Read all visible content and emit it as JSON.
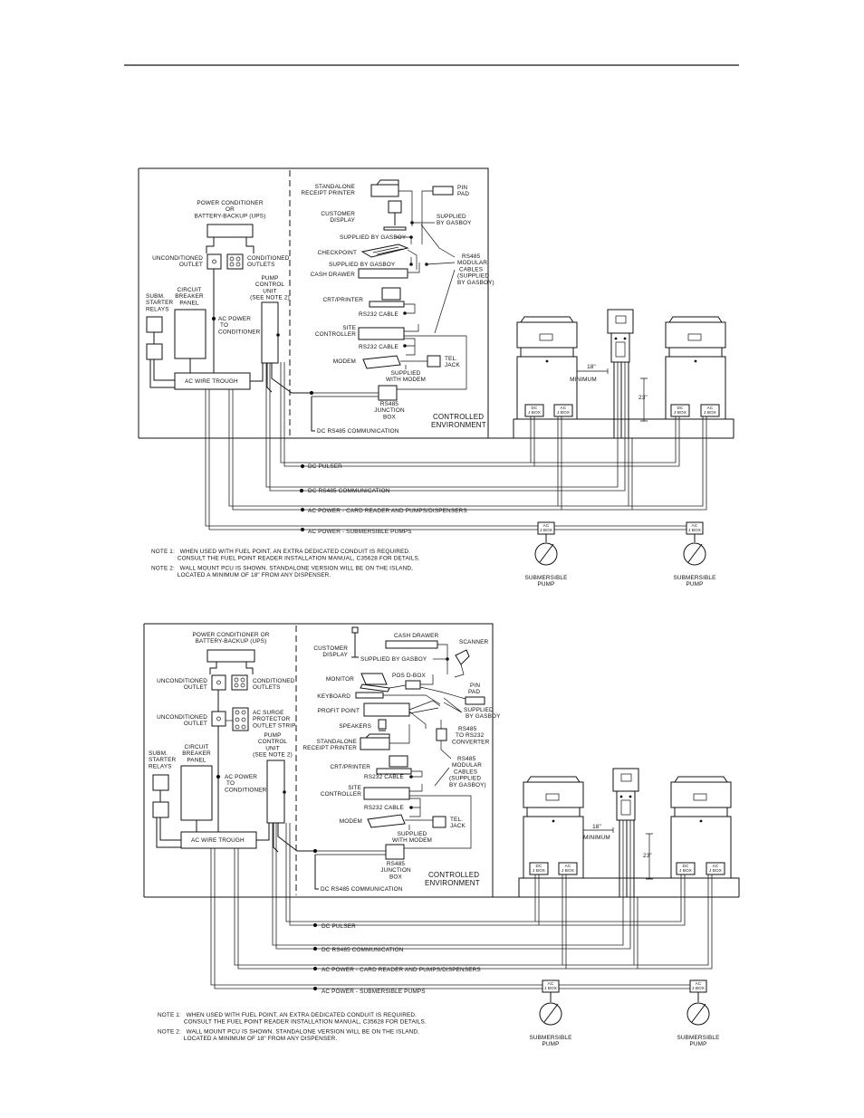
{
  "diagrams": [
    {
      "devices": {
        "ups": [
          "POWER CONDITIONER",
          "OR",
          "BATTERY-BACKUP (UPS)"
        ],
        "unconditioned": [
          "UNCONDITIONED",
          "OUTLET"
        ],
        "conditioned": [
          "CONDITIONED",
          "OUTLETS"
        ],
        "relays": [
          "SUBM.",
          "STARTER",
          "RELAYS"
        ],
        "breaker": [
          "CIRCUIT",
          "BREAKER",
          "PANEL"
        ],
        "ac_power": [
          "AC POWER",
          "TO",
          "CONDITIONER"
        ],
        "pcu": [
          "PUMP",
          "CONTROL",
          "UNIT",
          "(SEE NOTE 2)"
        ],
        "trough": "AC WIRE TROUGH",
        "printer": [
          "STANDALONE",
          "RECEIPT PRINTER"
        ],
        "pinpad": [
          "PIN",
          "PAD"
        ],
        "customer_display": [
          "CUSTOMER",
          "DISPLAY"
        ],
        "supplied_gasboy": [
          "SUPPLIED",
          "BY GASBOY"
        ],
        "supplied_gasboy_a": "SUPPLIED BY GASBOY",
        "checkpoint": "CHECKPOINT",
        "supplied_gasboy_b": "SUPPLIED BY GASBOY",
        "cash_drawer": "CASH DRAWER",
        "rs485_modular": [
          "RS485",
          "MODULAR",
          "CABLES",
          "(SUPPLIED",
          "BY GASBOY)"
        ],
        "crt": "CRT/PRINTER",
        "rs232_a": "RS232 CABLE",
        "site_controller": [
          "SITE",
          "CONTROLLER"
        ],
        "rs232_b": "RS232 CABLE",
        "modem": "MODEM",
        "tel_jack": [
          "TEL.",
          "JACK"
        ],
        "supplied_modem": [
          "SUPPLIED",
          "WITH MODEM"
        ],
        "junction": [
          "RS485",
          "JUNCTION",
          "BOX"
        ],
        "controlled": [
          "CONTROLLED",
          "ENVIRONMENT"
        ],
        "dc_rs485_comm": "DC RS485 COMMUNICATION"
      },
      "dispensers": {
        "minimum": [
          "18\"",
          "MINIMUM"
        ],
        "height": "23\"",
        "dc_jbox": [
          "DC",
          "J BOX"
        ],
        "ac_jbox": [
          "AC",
          "J BOX"
        ]
      },
      "conduits": {
        "dc_pulser": "DC PULSER",
        "dc_rs485": "DC RS485 COMMUNICATION",
        "ac_card": "AC POWER - CARD READER AND PUMPS/DISPENSERS",
        "ac_sub": "AC POWER - SUBMERSIBLE PUMPS"
      },
      "pumps": {
        "ac_jbox": [
          "AC",
          "J BOX"
        ],
        "label": [
          "SUBMERSIBLE",
          "PUMP"
        ]
      },
      "notes": [
        "NOTE 1:   WHEN USED WITH FUEL POINT, AN EXTRA DEDICATED CONDUIT IS REQUIRED.",
        "               CONSULT THE FUEL POINT READER INSTALLATION MANUAL, C35628 FOR DETAILS.",
        "NOTE 2:   WALL MOUNT PCU IS SHOWN. STANDALONE VERSION WILL BE ON THE ISLAND,",
        "               LOCATED A MINIMUM OF 18\" FROM ANY DISPENSER."
      ]
    },
    {
      "devices": {
        "ups": [
          "POWER CONDITIONER OR",
          "BATTERY-BACKUP (UPS)"
        ],
        "unconditioned_1": [
          "UNCONDITIONED",
          "OUTLET"
        ],
        "conditioned": [
          "CONDITIONED",
          "OUTLETS"
        ],
        "unconditioned_2": [
          "UNCONDITIONED",
          "OUTLET"
        ],
        "surge": [
          "AC SURGE",
          "PROTECTOR",
          "OUTLET STRIP"
        ],
        "relays": [
          "SUBM.",
          "STARTER",
          "RELAYS"
        ],
        "breaker": [
          "CIRCUIT",
          "BREAKER",
          "PANEL"
        ],
        "ac_power": [
          "AC POWER",
          "TO",
          "CONDITIONER"
        ],
        "pcu": [
          "PUMP",
          "CONTROL",
          "UNIT",
          "(SEE NOTE 2)"
        ],
        "trough": "AC WIRE TROUGH",
        "customer_display": [
          "CUSTOMER",
          "DISPLAY"
        ],
        "cash_drawer": "CASH DRAWER",
        "scanner": "SCANNER",
        "supplied_gasboy_a": "SUPPLIED BY GASBOY",
        "monitor": "MONITOR",
        "pos_dbox": "POS D-BOX",
        "pinpad": [
          "PIN",
          "PAD"
        ],
        "keyboard": "KEYBOARD",
        "profit_point": "PROFIT POINT",
        "supplied_gasboy": [
          "SUPPLIED",
          "BY GASBOY"
        ],
        "speakers": "SPEAKERS",
        "rs485_converter": [
          "RS485",
          "TO RS232",
          "CONVERTER"
        ],
        "printer": [
          "STANDALONE",
          "RECEIPT PRINTER"
        ],
        "rs485_modular": [
          "RS485",
          "MODULAR",
          "CABLES",
          "(SUPPLIED",
          "BY GASBOY)"
        ],
        "crt": "CRT/PRINTER",
        "rs232_a": "RS232 CABLE",
        "site_controller": [
          "SITE",
          "CONTROLLER"
        ],
        "rs232_b": "RS232 CABLE",
        "modem": "MODEM",
        "tel_jack": [
          "TEL.",
          "JACK"
        ],
        "supplied_modem": [
          "SUPPLIED",
          "WITH MODEM"
        ],
        "junction": [
          "RS485",
          "JUNCTION",
          "BOX"
        ],
        "controlled": [
          "CONTROLLED",
          "ENVIRONMENT"
        ],
        "dc_rs485_comm": "DC RS485 COMMUNICATION"
      },
      "dispensers": {
        "minimum": [
          "18\"",
          "MINIMUM"
        ],
        "height": "23\"",
        "dc_jbox": [
          "DC",
          "J BOX"
        ],
        "ac_jbox": [
          "AC",
          "J BOX"
        ]
      },
      "conduits": {
        "dc_pulser": "DC PULSER",
        "dc_rs485": "DC RS485 COMMUNICATION",
        "ac_card": "AC POWER - CARD READER AND PUMPS/DISPENSERS",
        "ac_sub": "AC POWER - SUBMERSIBLE PUMPS"
      },
      "pumps": {
        "ac_jbox": [
          "AC",
          "J BOX"
        ],
        "label": [
          "SUBMERSIBLE",
          "PUMP"
        ]
      },
      "notes": [
        "NOTE 1:   WHEN USED WITH FUEL POINT, AN EXTRA DEDICATED CONDUIT IS REQUIRED.",
        "               CONSULT THE FUEL POINT READER INSTALLATION MANUAL, C35628 FOR DETAILS.",
        "NOTE 2:   WALL MOUNT PCU IS SHOWN. STANDALONE VERSION WILL BE ON THE ISLAND,",
        "               LOCATED A MINIMUM OF 18\" FROM ANY DISPENSER."
      ]
    }
  ]
}
